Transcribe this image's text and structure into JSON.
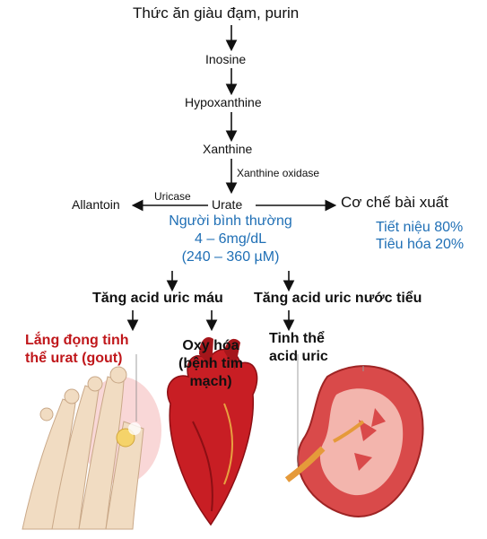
{
  "pathway": {
    "source": "Thức ăn giàu đạm, purin",
    "inosine": "Inosine",
    "hypoxanthine": "Hypoxanthine",
    "xanthine": "Xanthine",
    "enzyme_xanthine_oxidase": "Xanthine oxidase",
    "urate": "Urate",
    "enzyme_uricase": "Uricase",
    "allantoin": "Allantoin",
    "excretion_title": "Cơ chế bài xuất"
  },
  "normal": {
    "label": "Người bình thường",
    "range_mg": "4 – 6mg/dL",
    "range_um": "(240 – 360 µM)"
  },
  "excretion": {
    "urinary": "Tiết niệu 80%",
    "digestive": "Tiêu hóa 20%"
  },
  "outcomes": {
    "blood": "Tăng acid uric máu",
    "urine": "Tăng acid uric nước tiểu",
    "gout_line1": "Lắng đọng tinh",
    "gout_line2": "thể urat (gout)",
    "oxid_line1": "Oxy hóa",
    "oxid_line2": "(bệnh tim",
    "oxid_line3": "mạch)",
    "crystal_line1": "Tinh thể",
    "crystal_line2": "acid uric"
  },
  "colors": {
    "blue_text": "#1f6fb5",
    "red_text": "#c0171b",
    "heart": "#c81e24",
    "kidney": "#d94a4a",
    "bone": "#f1dcc2"
  },
  "illustrations": [
    "foot-bones-gout",
    "human-heart",
    "kidney-cross-section"
  ]
}
